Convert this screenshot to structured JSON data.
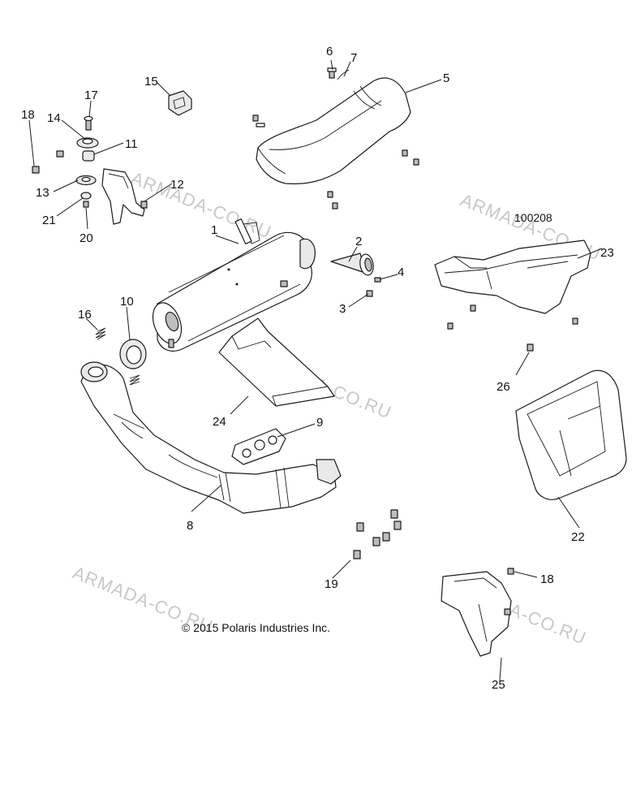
{
  "diagram": {
    "document_number": "100208",
    "copyright": "© 2015 Polaris Industries Inc.",
    "watermark": "ARMADA-CO.RU",
    "callouts": {
      "c1": "1",
      "c2": "2",
      "c3": "3",
      "c4": "4",
      "c5": "5",
      "c6": "6",
      "c7": "7",
      "c8": "8",
      "c9": "9",
      "c10": "10",
      "c11": "11",
      "c12": "12",
      "c13": "13",
      "c14": "14",
      "c15": "15",
      "c16": "16",
      "c17": "17",
      "c18a": "18",
      "c18b": "18",
      "c19": "19",
      "c20": "20",
      "c21": "21",
      "c22": "22",
      "c23": "23",
      "c24": "24",
      "c25": "25",
      "c26": "26"
    }
  }
}
